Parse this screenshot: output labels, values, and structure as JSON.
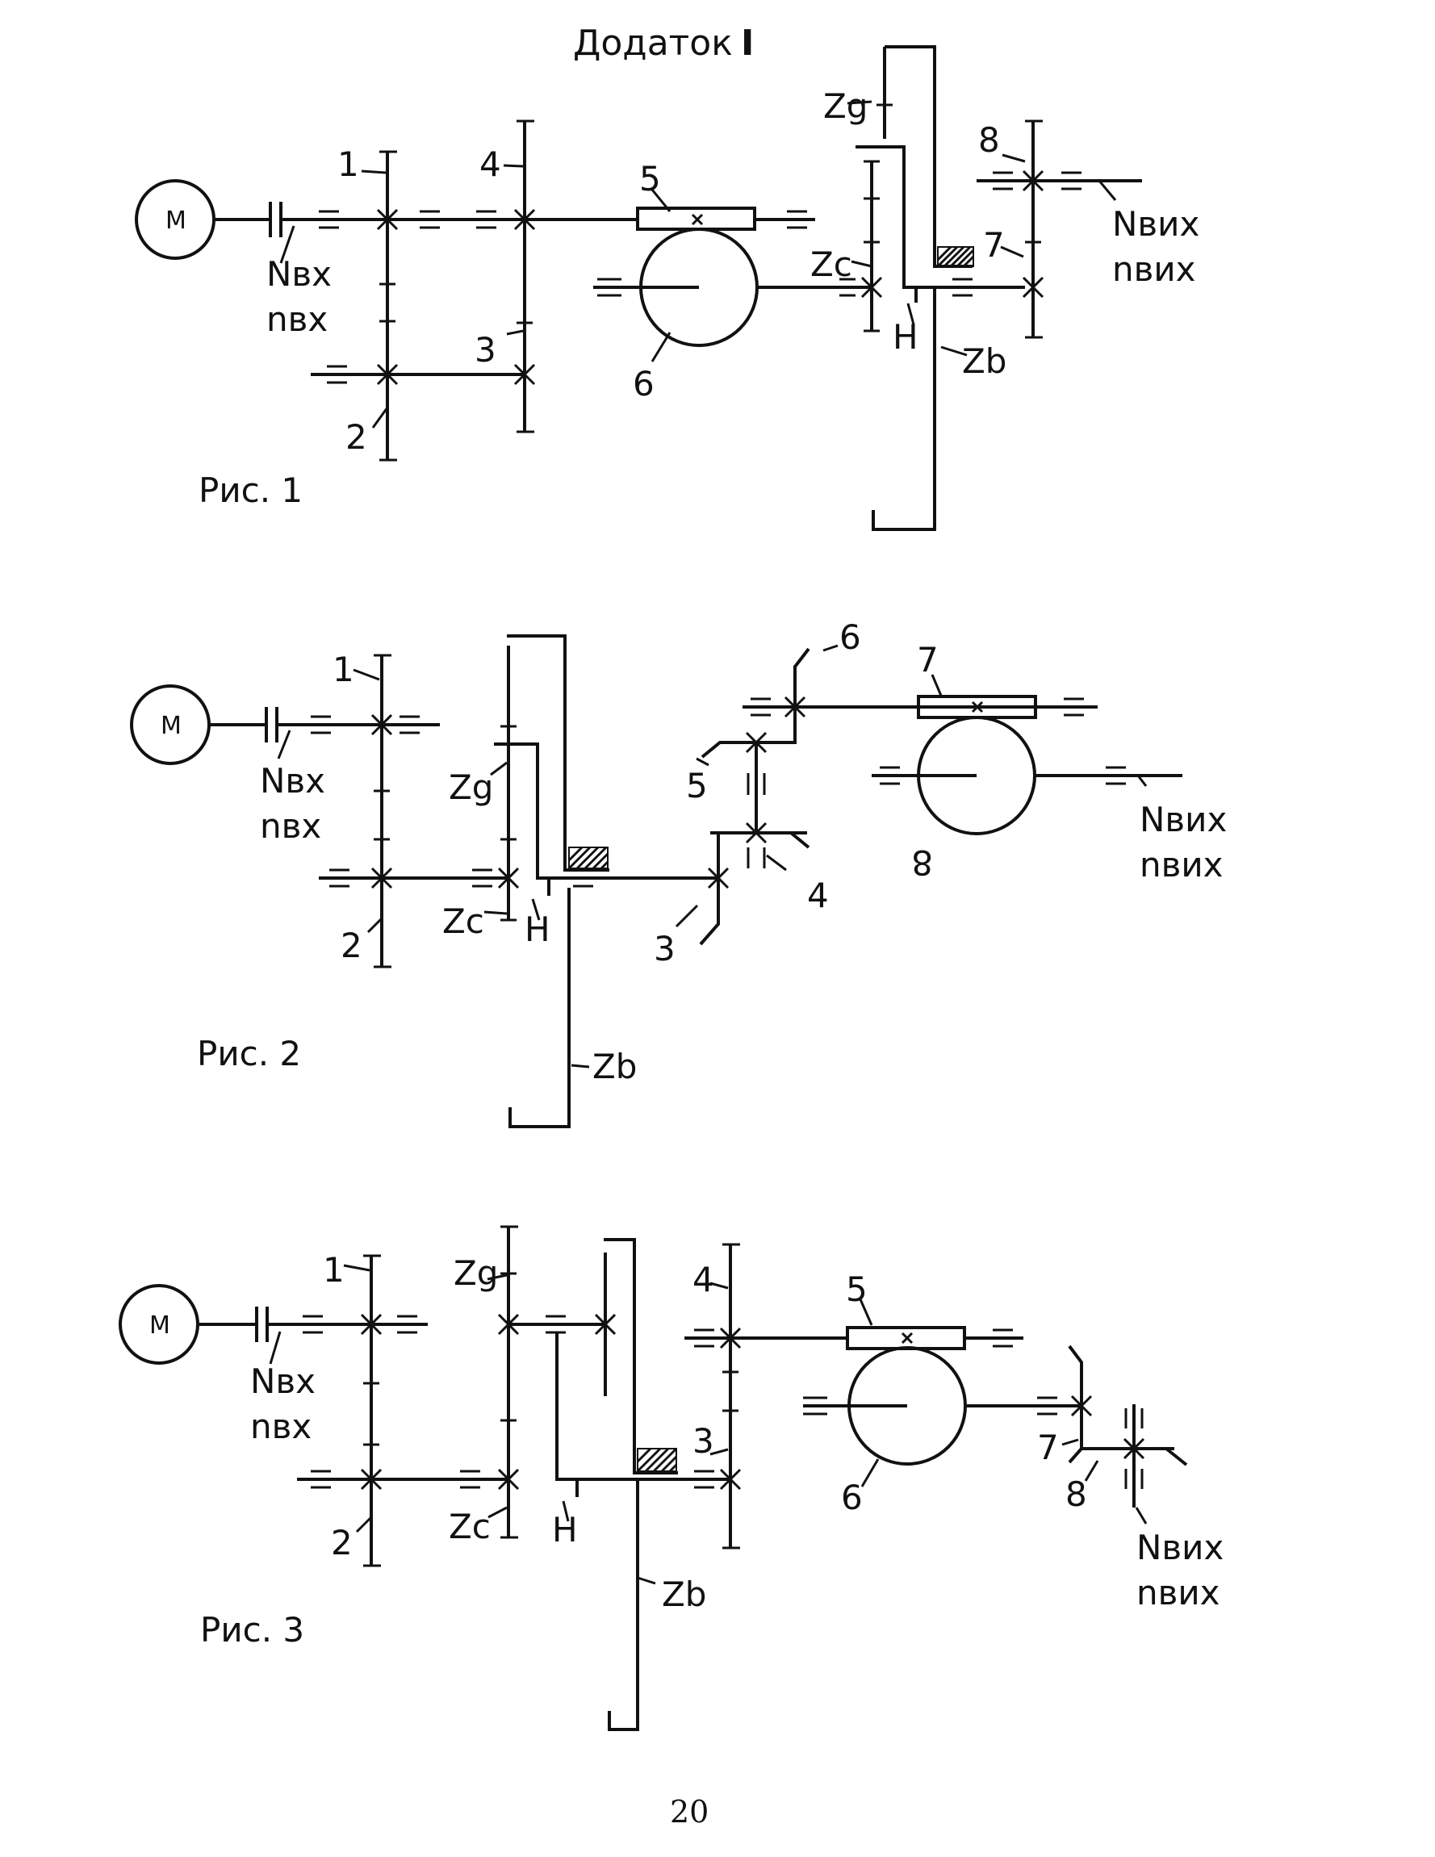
{
  "title": "Додаток",
  "title_numeral": "I",
  "page_number": "20",
  "motor_symbol": "М",
  "input_power": "Nвх",
  "input_speed": "nвх",
  "output_power": "Nвих",
  "output_speed": "nвих",
  "figures": [
    {
      "caption": "Рис. 1",
      "gears": [
        "1",
        "2",
        "3",
        "4",
        "5",
        "6",
        "7",
        "8"
      ],
      "planetary": [
        "Zg",
        "Zc",
        "H",
        "Zb"
      ]
    },
    {
      "caption": "Рис. 2",
      "gears": [
        "1",
        "2",
        "3",
        "4",
        "5",
        "6",
        "7",
        "8"
      ],
      "planetary": [
        "Zg",
        "Zc",
        "H",
        "Zb"
      ]
    },
    {
      "caption": "Рис. 3",
      "gears": [
        "1",
        "2",
        "3",
        "4",
        "5",
        "6",
        "7",
        "8"
      ],
      "planetary": [
        "Zg",
        "Zc",
        "H",
        "Zb"
      ]
    }
  ]
}
